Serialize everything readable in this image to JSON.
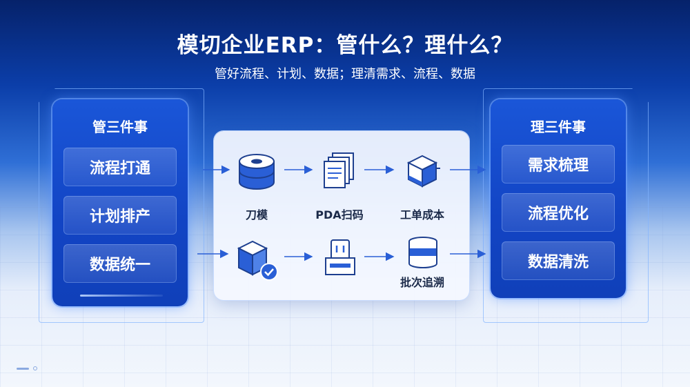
{
  "header": {
    "title": "模切企业ERP：管什么？理什么？",
    "subtitle": "管好流程、计划、数据；理清需求、流程、数据"
  },
  "left_panel": {
    "heading": "管三件事",
    "items": [
      "流程打通",
      "计划排产",
      "数据统一"
    ]
  },
  "right_panel": {
    "heading": "理三件事",
    "items": [
      "需求梳理",
      "流程优化",
      "数据清洗"
    ]
  },
  "center": {
    "nodes": [
      {
        "label": "刀模",
        "icon": "die-roll-icon"
      },
      {
        "label": "PDA扫码",
        "icon": "documents-icon"
      },
      {
        "label": "工单成本",
        "icon": "cube-cost-icon"
      },
      {
        "label": "",
        "icon": "box-check-icon"
      },
      {
        "label": "",
        "icon": "card-reader-icon"
      },
      {
        "label": "批次追溯",
        "icon": "database-icon"
      }
    ]
  },
  "colors": {
    "accent": "#1a56d8",
    "icon_blue": "#2a5fd6",
    "text_dark": "#1b2a49"
  }
}
